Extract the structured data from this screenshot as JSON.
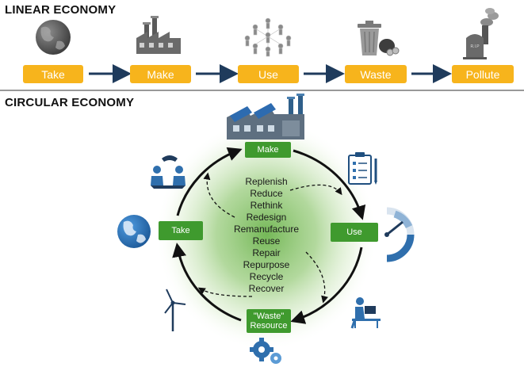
{
  "linear": {
    "heading": "LINEAR ECONOMY",
    "steps": [
      "Take",
      "Make",
      "Use",
      "Waste",
      "Pollute"
    ],
    "gravestone_text": "R.I.P"
  },
  "circular": {
    "heading": "CIRCULAR ECONOMY",
    "nodes": {
      "make": "Make",
      "use": "Use",
      "take": "Take",
      "waste_line1": "\"Waste\"",
      "waste_line2": "Resource"
    },
    "r_words": [
      "Replenish",
      "Reduce",
      "Rethink",
      "Redesign",
      "Remanufacture",
      "Reuse",
      "Repair",
      "Repurpose",
      "Recycle",
      "Recover"
    ]
  },
  "colors": {
    "pill": "#f7b41c",
    "green_box": "#3f9a2e",
    "glow": "#5cab3a",
    "arrow_navy": "#1f3b5c",
    "icon_blue": "#2f6fad"
  }
}
